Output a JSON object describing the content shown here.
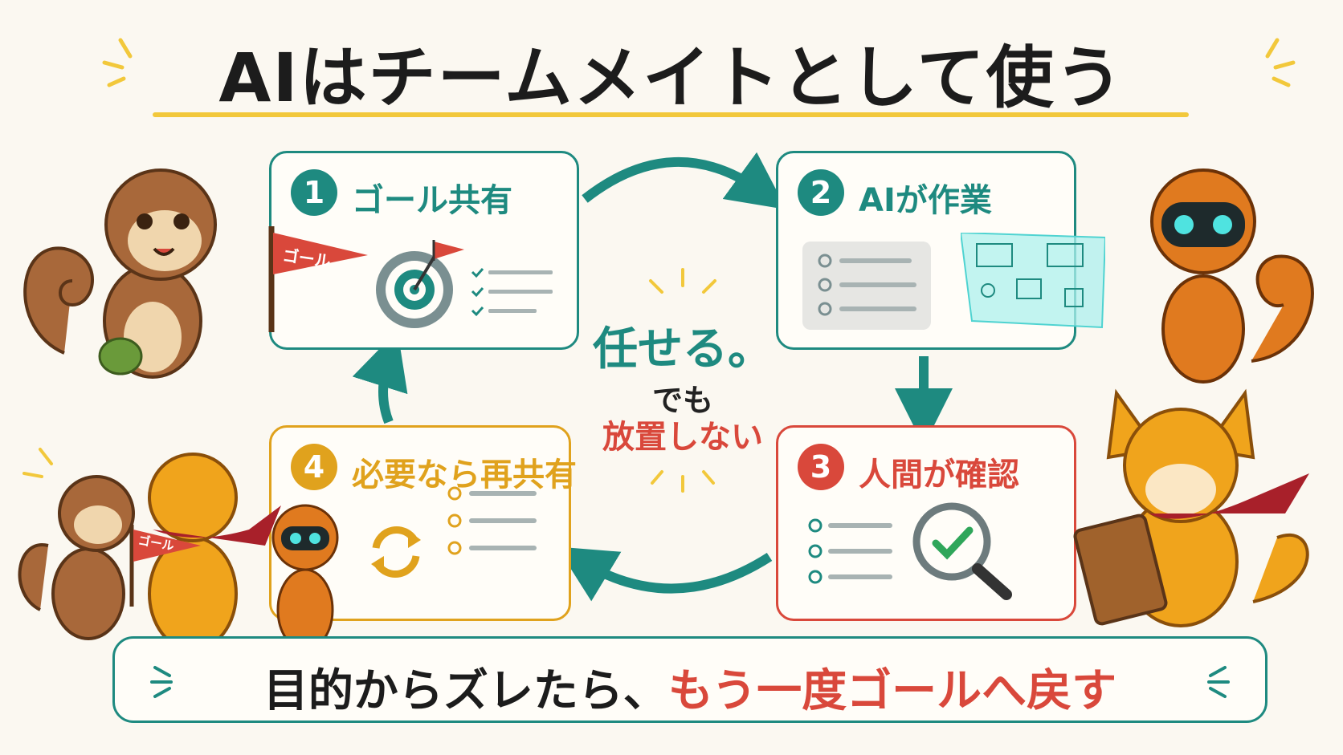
{
  "title": "AIはチームメイトとして使う",
  "steps": [
    {
      "number": "1",
      "label": "ゴール共有"
    },
    {
      "number": "2",
      "label": "AIが作業"
    },
    {
      "number": "3",
      "label": "人間が確認"
    },
    {
      "number": "4",
      "label": "必要なら再共有"
    }
  ],
  "center": {
    "main": "任せる。",
    "sub": "でも",
    "sub2": "放置しない"
  },
  "flag_text": "ゴール",
  "banner": {
    "part_a": "目的からズレたら、",
    "part_b": "もう一度ゴールへ戻す"
  },
  "colors": {
    "teal": "#1e8a80",
    "red": "#d9483b",
    "gold": "#e0a21d",
    "yellow_accent": "#f2c83b"
  },
  "icons": [
    "target-icon",
    "checklist-icon",
    "hologram-screen-icon",
    "magnifier-check-icon",
    "refresh-icon",
    "cycle-arrow-icon"
  ]
}
